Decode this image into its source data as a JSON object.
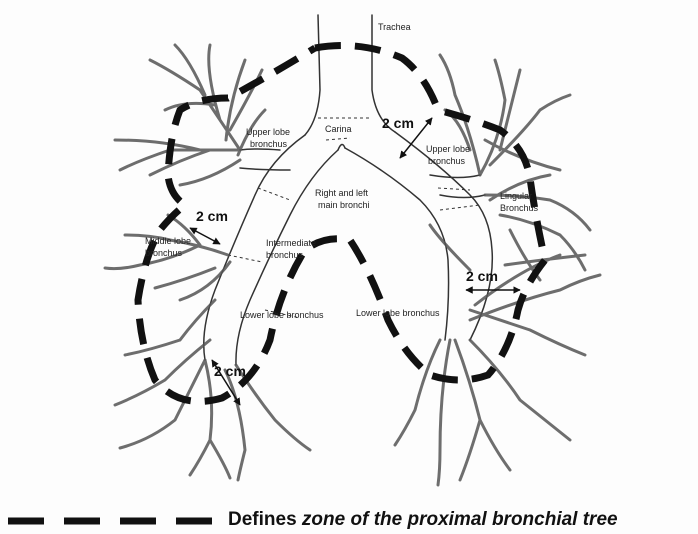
{
  "labels": {
    "trachea": "Trachea",
    "carina": "Carina",
    "upper_lobe_right_l1": "Upper lobe",
    "upper_lobe_right_l2": "bronchus",
    "upper_lobe_left_l1": "Upper lobe",
    "upper_lobe_left_l2": "bronchus",
    "main_bronchi_l1": "Right and left",
    "main_bronchi_l2": "main bronchi",
    "lingular_l1": "Lingular",
    "lingular_l2": "Bronchus",
    "middle_lobe_l1": "Middle lobe",
    "middle_lobe_l2": "bronchus",
    "intermediate_l1": "Intermediate",
    "intermediate_l2": "bronchus",
    "lower_lobe_right": "Lower lobe bronchus",
    "lower_lobe_left": "Lower lobe bronchus"
  },
  "measurements": {
    "upper_left": "2 cm",
    "middle_right": "2 cm",
    "lingular_left": "2 cm",
    "lower_right": "2 cm"
  },
  "legend": {
    "prefix": "Defines ",
    "emphasis": "zone of the proximal bronchial tree"
  }
}
